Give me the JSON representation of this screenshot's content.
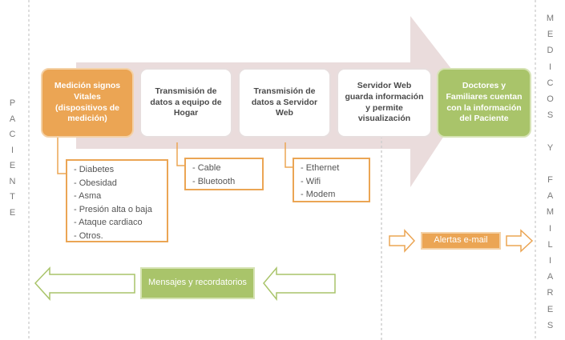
{
  "left_label": [
    "P",
    "A",
    "C",
    "I",
    "E",
    "N",
    "T",
    "E"
  ],
  "right_label": [
    "M",
    "E",
    "D",
    "I",
    "C",
    "O",
    "S",
    "",
    "Y",
    "",
    "F",
    "A",
    "M",
    "I",
    "L",
    "I",
    "A",
    "R",
    "E",
    "S"
  ],
  "stages": [
    {
      "text": "Medición signos Vitales (dispositivos de medición)"
    },
    {
      "text": "Transmisión de datos a equipo de Hogar"
    },
    {
      "text": "Transmisión de datos a Servidor Web"
    },
    {
      "text": "Servidor Web guarda información y permite visualización"
    },
    {
      "text": "Doctores y Familiares cuentan con la información del Paciente"
    }
  ],
  "conditions": [
    "- Diabetes",
    "- Obesidad",
    "- Asma",
    "- Presión alta o baja",
    "- Ataque cardiaco",
    "- Otros."
  ],
  "home_links": [
    "- Cable",
    "- Bluetooth"
  ],
  "web_links": [
    "- Ethernet",
    "- Wifi",
    "- Modem"
  ],
  "alerts_label": "Alertas e-mail",
  "messages_label": "Mensajes y recordatorios",
  "colors": {
    "orange": "#eba554",
    "green": "#a9c46a",
    "arrow": "#e6d6d6"
  }
}
